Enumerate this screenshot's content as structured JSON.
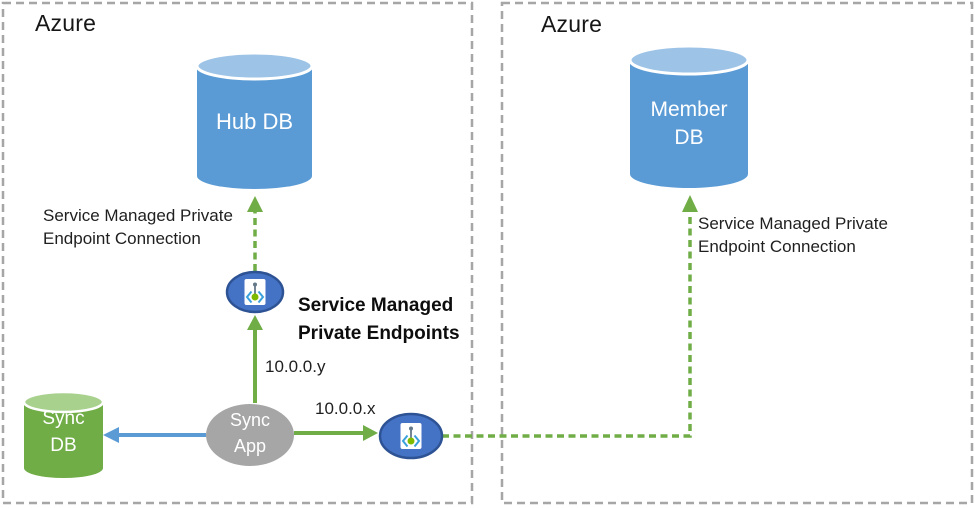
{
  "regions": {
    "left": {
      "title": "Azure"
    },
    "right": {
      "title": "Azure"
    }
  },
  "nodes": {
    "hub_db": {
      "label": "Hub DB"
    },
    "member_db": {
      "line1": "Member",
      "line2": "DB"
    },
    "sync_db": {
      "line1": "Sync",
      "line2": "DB"
    },
    "sync_app": {
      "line1": "Sync",
      "line2": "App"
    },
    "private_endpoint_1": {
      "icon": "private-endpoint-icon"
    },
    "private_endpoint_2": {
      "icon": "private-endpoint-icon"
    }
  },
  "annotations": {
    "hub_connection": {
      "line1": "Service Managed Private",
      "line2": "Endpoint Connection"
    },
    "member_connection": {
      "line1": "Service Managed Private",
      "line2": "Endpoint Connection"
    },
    "endpoints_title": {
      "line1": "Service Managed",
      "line2": "Private Endpoints"
    },
    "ip_to_hub": "10.0.0.y",
    "ip_to_member": "10.0.0.x"
  },
  "colors": {
    "db_blue": "#5B9BD5",
    "db_blue_top": "#9DC3E6",
    "db_green": "#70AD47",
    "db_green_top": "#A9D18E",
    "app_gray": "#A6A6A6",
    "endpoint_fill": "#4472C4",
    "endpoint_border": "#2E5395",
    "arrow_green": "#70AD47",
    "arrow_blue": "#5B9BD5",
    "region_border": "#A6A6A6",
    "icon_bracket_blue": "#3AA0DC",
    "icon_dot_green": "#7FBA00",
    "text_dark": "#1F1F1F"
  }
}
